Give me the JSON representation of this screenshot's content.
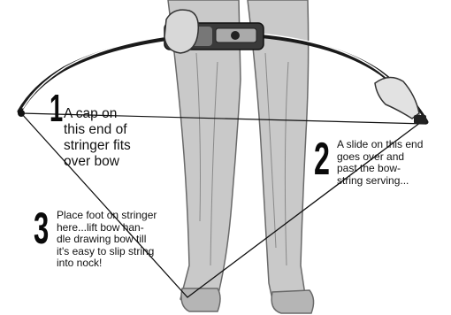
{
  "callouts": [
    {
      "number": "1",
      "text": "A cap on\nthis end of\nstringer fits\nover bow"
    },
    {
      "number": "2",
      "text": "A slide on this end\ngoes over and\npast the bow-\nstring serving..."
    },
    {
      "number": "3",
      "text": "Place foot on stringer\nhere...lift bow han-\ndle drawing bow till\nit's easy to slip string\ninto nock!"
    }
  ]
}
